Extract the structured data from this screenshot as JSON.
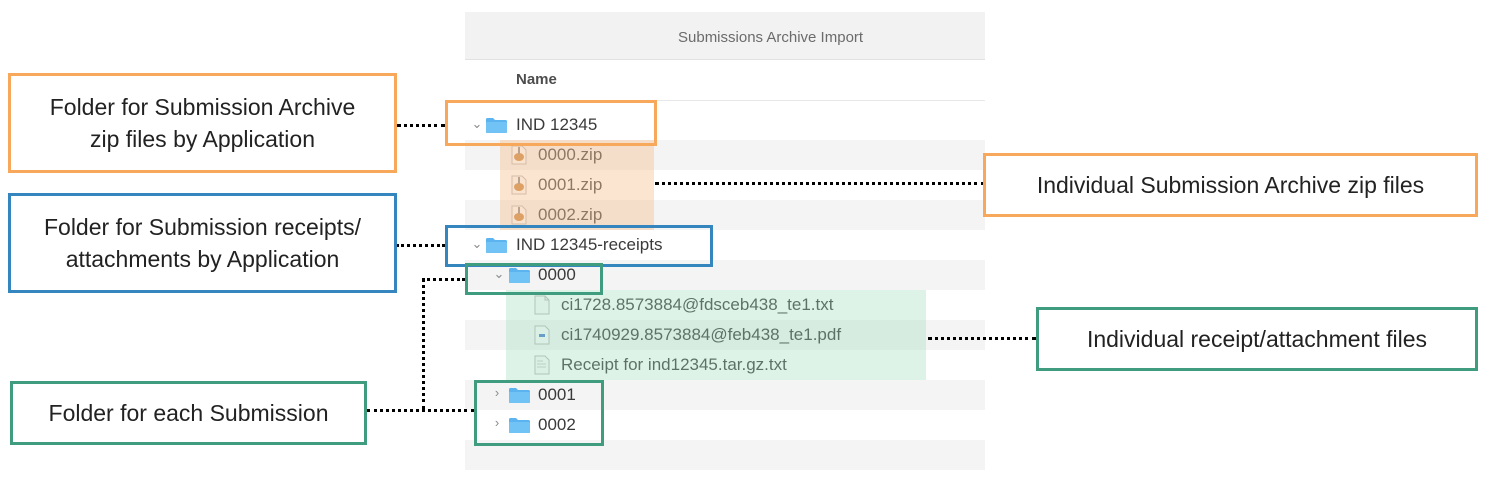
{
  "window": {
    "title": "Submissions Archive Import",
    "column_header": "Name"
  },
  "tree": [
    {
      "type": "folder",
      "name": "IND 12345",
      "expanded": true,
      "depth": 0,
      "icon": "folder-icon"
    },
    {
      "type": "file",
      "name": "0000.zip",
      "depth": 1,
      "icon": "zip-archive-icon"
    },
    {
      "type": "file",
      "name": "0001.zip",
      "depth": 1,
      "icon": "zip-archive-icon"
    },
    {
      "type": "file",
      "name": "0002.zip",
      "depth": 1,
      "icon": "zip-archive-icon"
    },
    {
      "type": "folder",
      "name": "IND 12345-receipts",
      "expanded": true,
      "depth": 0,
      "icon": "folder-icon"
    },
    {
      "type": "folder",
      "name": "0000",
      "expanded": true,
      "depth": 1,
      "icon": "folder-icon"
    },
    {
      "type": "file",
      "name": "ci1728.8573884@fdsceb438_te1.txt",
      "depth": 2,
      "icon": "text-file-icon"
    },
    {
      "type": "file",
      "name": "ci1740929.8573884@feb438_te1.pdf",
      "depth": 2,
      "icon": "pdf-file-icon"
    },
    {
      "type": "file",
      "name": "Receipt for ind12345.tar.gz.txt",
      "depth": 2,
      "icon": "text-file-icon"
    },
    {
      "type": "folder",
      "name": "0001",
      "expanded": false,
      "depth": 1,
      "icon": "folder-icon"
    },
    {
      "type": "folder",
      "name": "0002",
      "expanded": false,
      "depth": 1,
      "icon": "folder-icon"
    }
  ],
  "annotations": {
    "zip_folder": {
      "line1": "Folder for Submission Archive",
      "line2": "zip files by Application",
      "color": "#f7a85a"
    },
    "receipts_folder": {
      "line1": "Folder for Submission receipts/",
      "line2": "attachments by Application",
      "color": "#3585bf"
    },
    "submission_folder": {
      "text": "Folder for each Submission",
      "color": "#3f9c7e"
    },
    "zip_files": {
      "text": "Individual Submission Archive zip files",
      "color": "#f7a85a"
    },
    "receipt_files": {
      "text": "Individual receipt/attachment files",
      "color": "#3f9c7e"
    }
  },
  "colors": {
    "orange": "#f7a85a",
    "blue": "#3585bf",
    "green": "#3f9c7e",
    "folder_blue": "#5bb4ef",
    "row_alt": "#f3f4f3"
  }
}
